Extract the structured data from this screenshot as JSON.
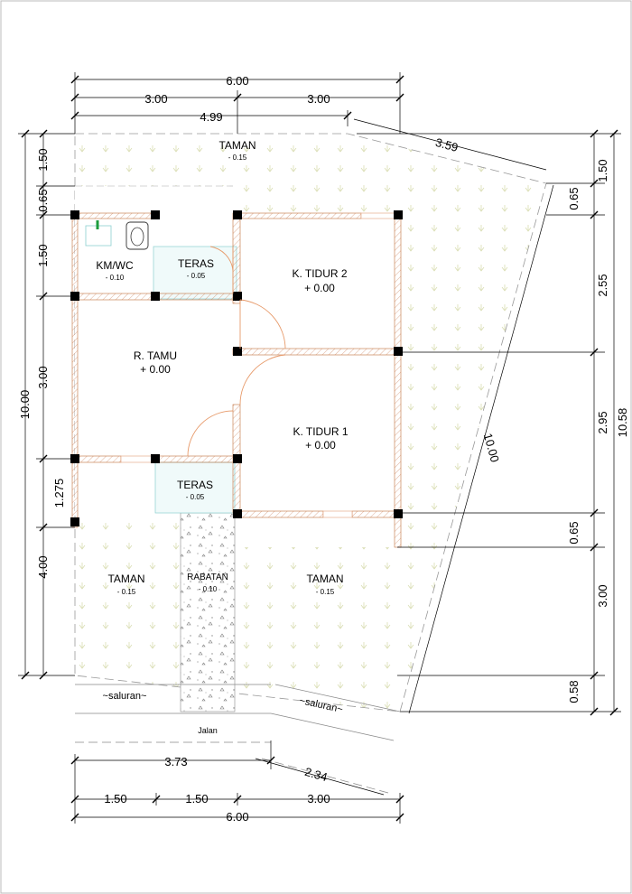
{
  "dims": {
    "top_total": "6.00",
    "top_left": "3.00",
    "top_right": "3.00",
    "top_partial": "4.99",
    "diag_top": "3.59",
    "left_total": "10.00",
    "left_1": "1.50",
    "left_2": "0.65",
    "left_3": "1.50",
    "left_4": "3.00",
    "left_5": "1.275",
    "left_6": "4.00",
    "right_total": "10.58",
    "right_1": "1.50",
    "right_2": "0.65",
    "right_3": "2.55",
    "right_4": "2.95",
    "right_5": "0.65",
    "right_6": "3.00",
    "right_7": "0.58",
    "diag_right": "10.00",
    "bottom_partial": "3.73",
    "bottom_diag": "2.34",
    "bottom_1": "1.50",
    "bottom_2": "1.50",
    "bottom_3": "3.00",
    "bottom_total": "6.00"
  },
  "rooms": {
    "taman_top": {
      "name": "TAMAN",
      "level": "- 0.15"
    },
    "kmwc": {
      "name": "KM/WC",
      "level": "- 0.10"
    },
    "teras_top": {
      "name": "TERAS",
      "level": "- 0.05"
    },
    "kt2": {
      "name": "K. TIDUR 2",
      "level": "+ 0.00"
    },
    "tamu": {
      "name": "R. TAMU",
      "level": "+ 0.00"
    },
    "kt1": {
      "name": "K. TIDUR 1",
      "level": "+ 0.00"
    },
    "teras_bot": {
      "name": "TERAS",
      "level": "- 0.05"
    },
    "taman_bl": {
      "name": "TAMAN",
      "level": "- 0.15"
    },
    "rabatan": {
      "name": "RABATAN",
      "level": "- 0.10"
    },
    "taman_br": {
      "name": "TAMAN",
      "level": "- 0.15"
    }
  },
  "labels": {
    "saluran_left": "~saluran~",
    "saluran_right": "~saluran~",
    "jalan": "Jalan"
  }
}
